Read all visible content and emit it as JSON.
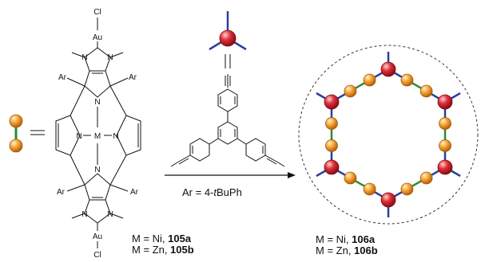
{
  "atoms": {
    "cl": "Cl",
    "au": "Au",
    "n": "N",
    "m": "M",
    "ar": "Ar"
  },
  "reagent_label": {
    "prefix": "Ar = 4-",
    "italic": "t",
    "suffix": "BuPh"
  },
  "caption_left": {
    "line1_prefix": "M = Ni, ",
    "line1_id": "105a",
    "line2_prefix": "M = Zn, ",
    "line2_id": "105b"
  },
  "caption_right": {
    "line1_prefix": "M = Ni, ",
    "line1_id": "106a",
    "line2_prefix": "M = Zn, ",
    "line2_id": "106b"
  },
  "colors": {
    "node_red": "#e0303a",
    "node_orange": "#f5a030",
    "link_blue": "#2b3f9e",
    "link_green": "#2e8b2e"
  }
}
